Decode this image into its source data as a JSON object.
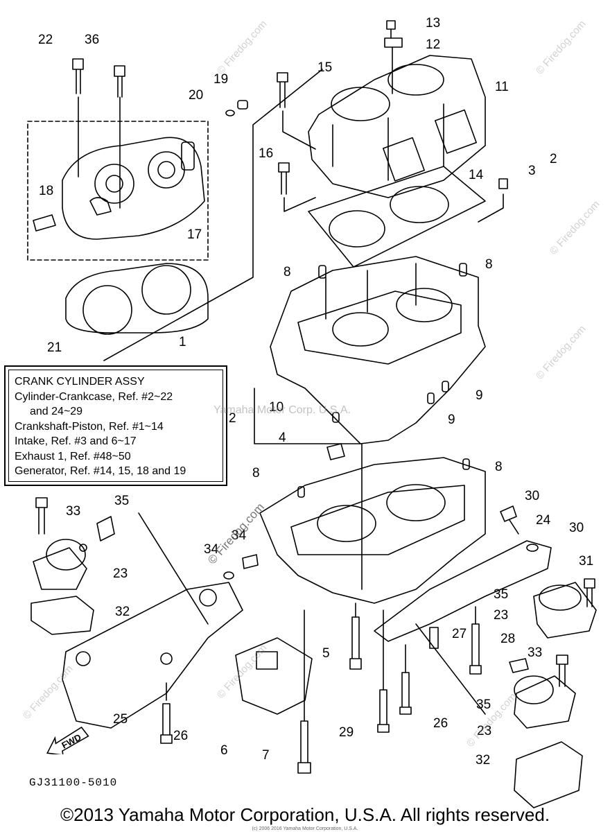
{
  "legend": {
    "title": "CRANK CYLINDER ASSY",
    "lines": [
      "Cylinder-Crankcase, Ref. #2~22",
      "and 24~29",
      "Crankshaft-Piston, Ref. #1~14",
      "Intake, Ref. #3 and 6~17",
      "Exhaust 1, Ref. #48~50",
      "Generator, Ref. #14, 15, 18 and 19"
    ]
  },
  "callouts": [
    "22",
    "36",
    "13",
    "12",
    "15",
    "11",
    "19",
    "20",
    "16",
    "14",
    "3",
    "2",
    "18",
    "17",
    "8",
    "8",
    "21",
    "1",
    "9",
    "9",
    "10",
    "2",
    "4",
    "8",
    "8",
    "33",
    "35",
    "30",
    "34",
    "24",
    "30",
    "34",
    "31",
    "23",
    "35",
    "32",
    "23",
    "27",
    "28",
    "5",
    "33",
    "25",
    "35",
    "26",
    "29",
    "26",
    "23",
    "6",
    "7",
    "32"
  ],
  "fwd_label": "FWD",
  "drawing_code": "GJ31100-5010",
  "copyright": "©2013 Yamaha Motor Corporation, U.S.A. All rights reserved.",
  "fine_print": "(c) 2006 2016 Yamaha Motor Corporation, U.S.A.",
  "watermarks": {
    "firedog": "© Firedog.com",
    "yamaha": "Yamaha Motor Corp. U.S.A."
  },
  "colors": {
    "ink": "#000000",
    "watermark": "#999999",
    "background": "#ffffff"
  }
}
